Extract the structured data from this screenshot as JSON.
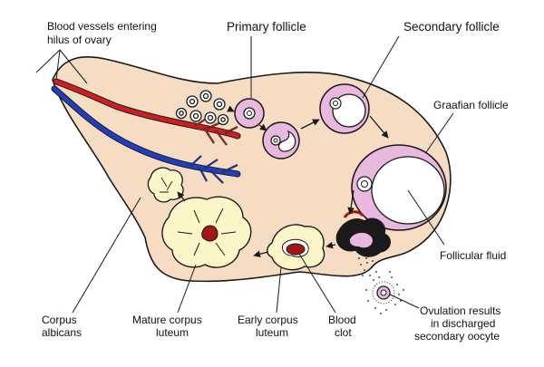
{
  "labels": {
    "blood_vessels_line1": "Blood vessels entering",
    "blood_vessels_line2": "hilus of ovary",
    "primary_follicle": "Primary follicle",
    "secondary_follicle": "Secondary follicle",
    "graafian_follicle": "Graafian follicle",
    "follicular_fluid": "Follicular fluid",
    "ovulation_line1": "Ovulation results",
    "ovulation_line2": "in discharged",
    "ovulation_line3": "secondary oocyte",
    "blood_clot_line1": "Blood",
    "blood_clot_line2": "clot",
    "early_cl_line1": "Early corpus",
    "early_cl_line2": "luteum",
    "mature_cl_line1": "Mature corpus",
    "mature_cl_line2": "luteum",
    "corpus_albicans_line1": "Corpus",
    "corpus_albicans_line2": "albicans"
  },
  "colors": {
    "ovary_fill": "#f7dcc4",
    "follicle_pink": "#e8b8df",
    "corpus_luteum": "#fbf6c8",
    "artery": "#cc1f1f",
    "vein": "#1f3fbf",
    "blood_clot": "#a31616",
    "outline": "#1a1a1a"
  }
}
